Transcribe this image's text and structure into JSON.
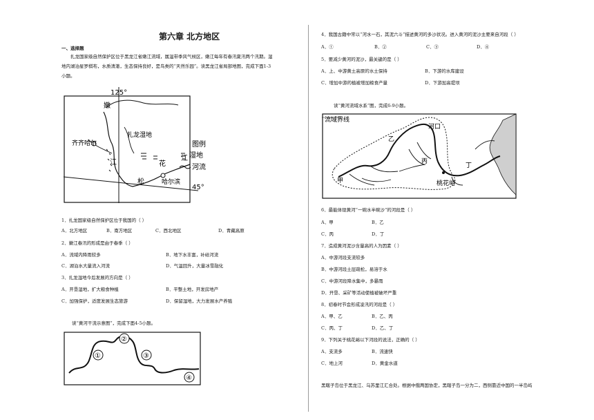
{
  "doc": {
    "title": "第六章 北方地区",
    "section": "一、选择题",
    "intro_1": "扎龙国家级自然保护区位于黑龙江省嫩江流域，属温带季风气候区，嫩江每年有春汛夏汛两个汛期。湿",
    "intro_2": "地内湖泊星罗棋布，水质清澈，生态保持良好，是鸟类的“天然乐园”。读黑龙江省局部地图，完成下面1-3",
    "intro_3": "小题。",
    "map1": {
      "lon": "125°",
      "lat": "45°",
      "nen": "嫩",
      "jiang": "江",
      "song": "松",
      "hua": "花",
      "jiang2": "江",
      "qiqihar": "齐齐哈尔",
      "zhalong": "扎龙湿地",
      "harbin": "哈尔滨",
      "legend_title": "图例",
      "legend_wetland": "湿地",
      "legend_river": "河流"
    },
    "q1": {
      "stem": "1．扎龙国家级自然保护区位于我国的（    ）",
      "a": "A．北方地区",
      "b": "B．南方地区",
      "c": "C．西北地区",
      "d": "D．青藏高原"
    },
    "q2": {
      "stem": "2．嫩江春汛的形成是由于春季（    ）",
      "a": "A．流域内降雨较多",
      "b": "B．地下水丰富，补给河流",
      "c": "C．湖泊水大量流入河流",
      "d": "D．气温回升，大量冰雪融化"
    },
    "q3": {
      "stem": "3．扎龙湿地今后发展的方向是（    ）",
      "a": "A．开垦湿地，扩大粮食种植",
      "b": "B．平整土地，开发房地产",
      "c": "C．加强保护，适度发展生态旅游",
      "d": "D．保留湿地，大力发展水产养殖"
    },
    "read_1": "读“黄河干流示意图”，完成下面4-5小题。",
    "map2": {
      "n1": "①",
      "n2": "②",
      "n3": "③",
      "n4": "④"
    },
    "q4": {
      "stem": "4．我国古籍中常以“河水一石，其泥六斗”描述黄河的多沙状况。进入黄河的泥沙主要来自河段（    ）",
      "a": "A．①",
      "b": "B．②",
      "c": "C．③",
      "d": "D．④"
    },
    "q5": {
      "stem": "5．要减少黄河的泥沙，最关键的是（    ）",
      "a": "A．上、中游黄土高原的水土保持",
      "b": "B．下游的水库建设",
      "c": "C．增加中游的植被增加粮食产量",
      "d": "D．下游加高堤坝"
    },
    "read_2": "读“黄河流域水系”图，完成6-9小题。",
    "map3": {
      "boundary": "流域界线",
      "hekou": "河口",
      "yi": "乙",
      "bing": "丙",
      "jia": "甲",
      "ding": "丁",
      "taohuayu": "桃花峪"
    },
    "q6": {
      "stem": "6．最能体现黄河“一碗水半碗沙”的河段是（    ）",
      "a": "A．甲",
      "b": "B．乙",
      "c": "C．丙",
      "d": "D．丁"
    },
    "q7": {
      "stem": "7．造成黄河泥沙含量高的人为因素（    ）",
      "a": "A．中游河段支流较多",
      "b": "B．中游河段土层疏松，易溶于水",
      "c": "C．中游河段降水集中，多暴雨",
      "d": "D．开垦、采矿等活动使植被破坏严重"
    },
    "q8": {
      "stem": "8．初春时节会形成凌汛的河段是（    ）",
      "a": "A．甲、乙",
      "b": "B．乙、丙",
      "c": "C．丙、丁",
      "d": "D．乙、丁"
    },
    "q9": {
      "stem": "9．下列关于桃花峪以下河段的说法，正确的（    ）",
      "a": "A．支流多",
      "b": "B．流速快",
      "c": "C．地上河",
      "d": "D．黄金水道"
    },
    "bottom_line": "黑瞎子岛位于黑龙江、乌苏里江汇合处。根据中俄两国协定，黑瞎子岛一分为二，西侧靠近中国的一半岛屿"
  }
}
